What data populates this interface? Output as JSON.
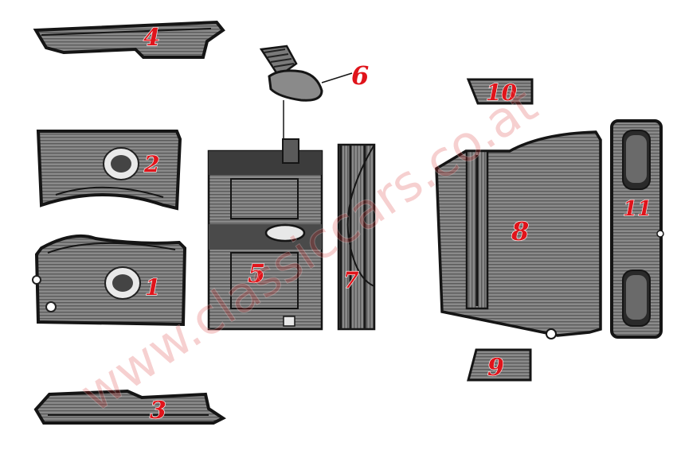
{
  "watermark": "www.classiccars.co.at",
  "parts": [
    {
      "id": "1",
      "label": "1"
    },
    {
      "id": "2",
      "label": "2"
    },
    {
      "id": "3",
      "label": "3"
    },
    {
      "id": "4",
      "label": "4"
    },
    {
      "id": "5",
      "label": "5"
    },
    {
      "id": "6",
      "label": "6"
    },
    {
      "id": "7",
      "label": "7"
    },
    {
      "id": "8",
      "label": "8"
    },
    {
      "id": "9",
      "label": "9"
    },
    {
      "id": "10",
      "label": "10"
    },
    {
      "id": "11",
      "label": "11"
    }
  ],
  "colors": {
    "label": "#e0141b",
    "mat": "#7d7d7d",
    "outline": "#151515",
    "watermark": "#d62828"
  }
}
